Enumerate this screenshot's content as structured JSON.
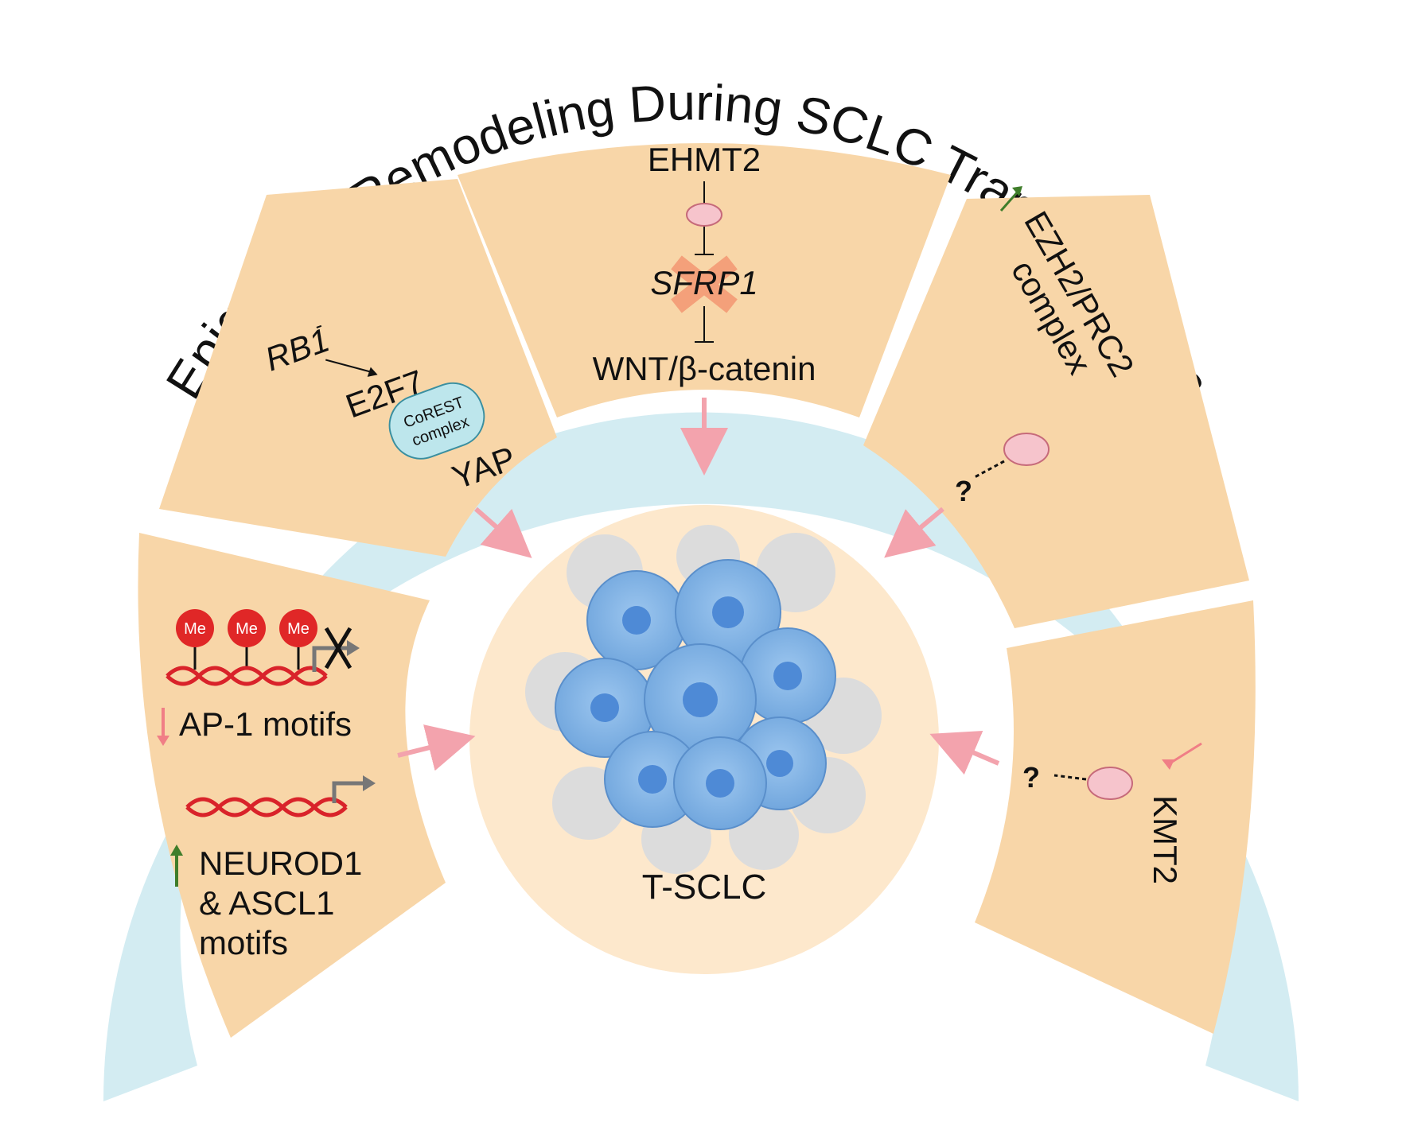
{
  "title": "Epigenetic Remodeling During SCLC Transformation",
  "center": {
    "label": "T-SCLC"
  },
  "panel_rb1": {
    "rb1": "RB1",
    "rb1_superscript": "-",
    "e2f7": "E2F7",
    "corest_line1": "CoREST",
    "corest_line2": "complex",
    "yap": "YAP"
  },
  "panel_ehmt2": {
    "ehmt2": "EHMT2",
    "sfrp1": "SFRP1",
    "wnt": "WNT/β-catenin"
  },
  "panel_ezh2": {
    "line1": "EZH2/PRC2",
    "line2": "complex",
    "question": "?"
  },
  "panel_motifs": {
    "me": "Me",
    "ap1": "AP-1 motifs",
    "neurod_line1": "NEUROD1",
    "neurod_line2": "& ASCL1",
    "neurod_line3": "motifs"
  },
  "panel_kmt2": {
    "label": "KMT2",
    "question": "?"
  },
  "colors": {
    "panel": "#f8d6a8",
    "arc_band": "#d3ecf2",
    "arrow": "#f3a3ad",
    "up_arrow": "#3f7d2a",
    "down_arrow": "#f07e86",
    "me_red": "#e02727",
    "dna_red": "#d9232a",
    "cells_blue": "#7fb1e6",
    "center_circle": "#fde8cc"
  }
}
